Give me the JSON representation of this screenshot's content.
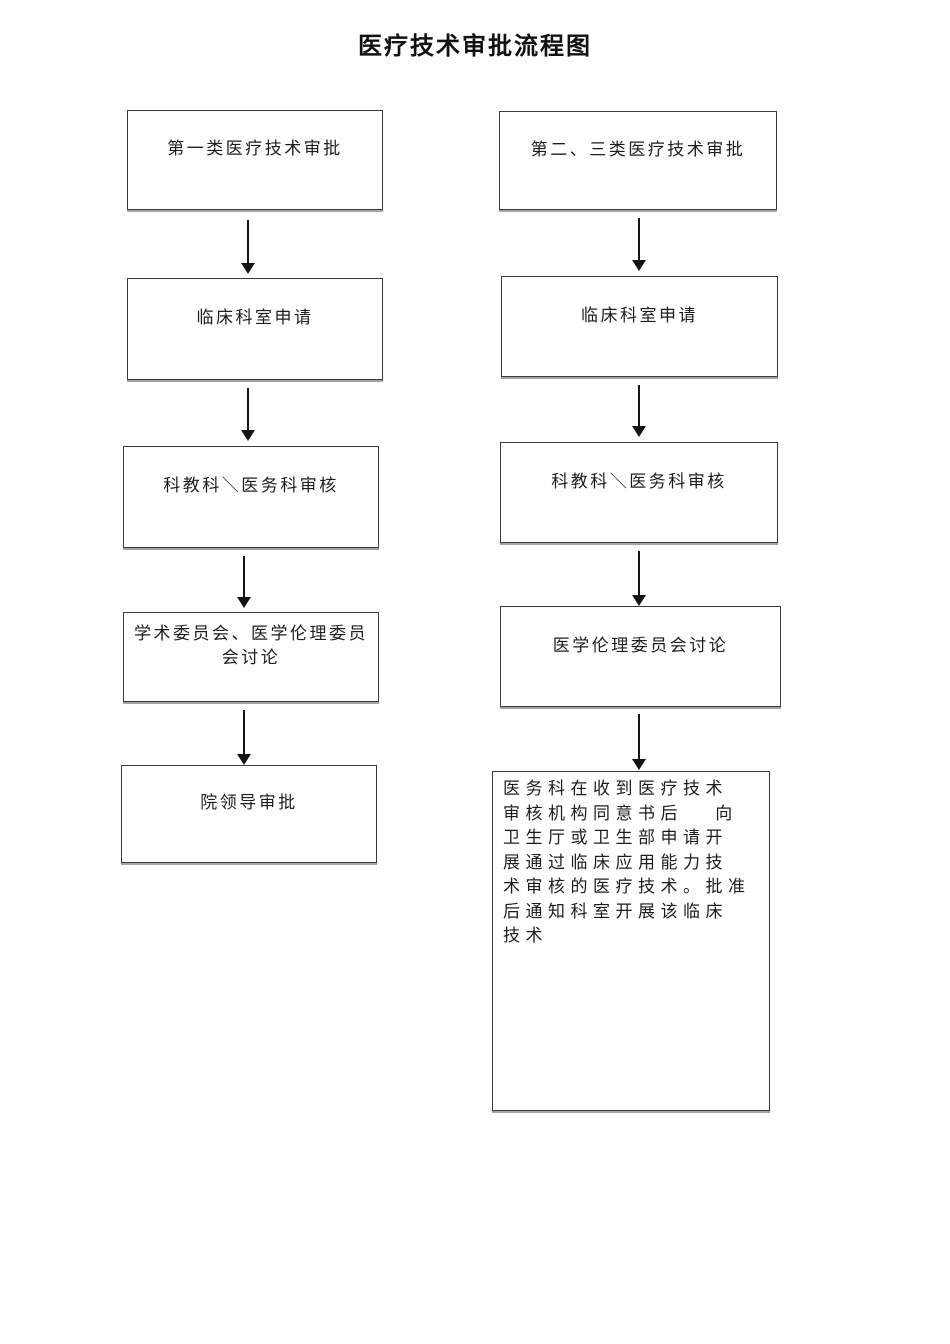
{
  "title": "医疗技术审批流程图",
  "colors": {
    "background": "#ffffff",
    "box_border": "#3b3b3b",
    "box_shadow": "#a3a3a3",
    "text": "#1d1d1d",
    "arrow": "#141414"
  },
  "flow": {
    "left": [
      {
        "label": "第一类医疗技术审批"
      },
      {
        "label": "临床科室申请"
      },
      {
        "label": "科教科＼医务科审核"
      },
      {
        "label": "学术委员会、医学伦理委员会讨论"
      },
      {
        "label": "院领导审批"
      }
    ],
    "right": [
      {
        "label": "第二、三类医疗技术审批"
      },
      {
        "label": "临床科室申请"
      },
      {
        "label": "科教科＼医务科审核"
      },
      {
        "label": "医学伦理委员会讨论"
      },
      {
        "label": "医务科在收到医疗技术\n审核机构同意书后　 向\n卫生厅或卫生部申请开\n展通过临床应用能力技\n术审核的医疗技术。批准\n后通知科室开展该临床\n技术"
      }
    ]
  }
}
